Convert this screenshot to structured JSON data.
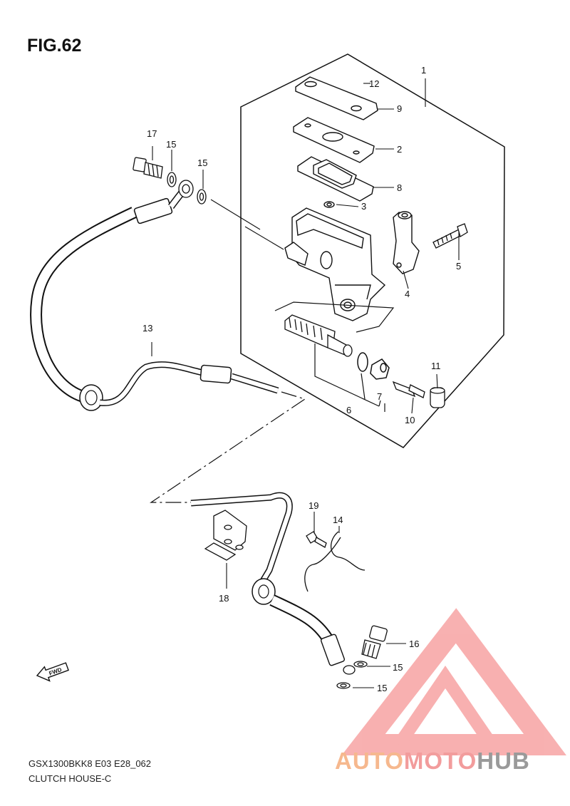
{
  "figure": {
    "title": "FIG.62",
    "model_code": "GSX1300BKK8 E03 E28_062",
    "assembly_name": "CLUTCH HOUSE-C"
  },
  "callouts": [
    "1",
    "2",
    "3",
    "4",
    "5",
    "6",
    "7",
    "8",
    "9",
    "10",
    "11",
    "12",
    "13",
    "14",
    "15",
    "15",
    "15",
    "15",
    "16",
    "17",
    "18",
    "19"
  ],
  "direction_marker": "FWD",
  "watermark": {
    "part1": "AUTO",
    "part2": "MOTO",
    "part3": "HUB",
    "colors": {
      "part1": "#f6b88e",
      "part2": "#f29c9c",
      "part3": "#9a9a9a",
      "triangle": "#f7a3a3"
    }
  }
}
